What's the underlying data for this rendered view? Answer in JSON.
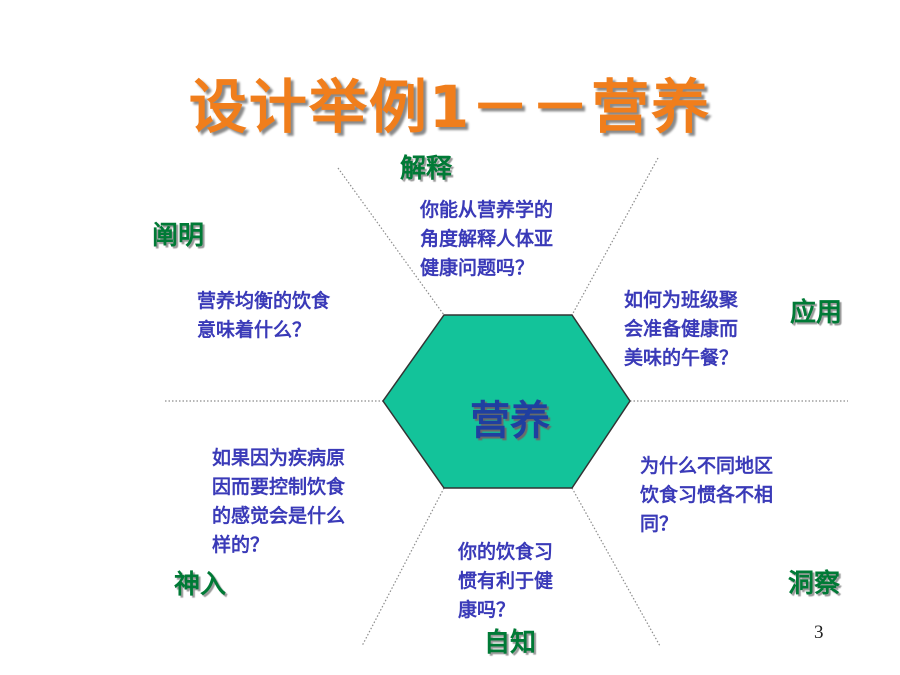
{
  "title": "设计举例1－－营养",
  "center": "营养",
  "page_number": "3",
  "colors": {
    "title": "#f07e1c",
    "label": "#007a36",
    "question": "#3a3ab8",
    "hexagon_fill": "#13c39a",
    "center_text": "#1f3fa0"
  },
  "facets": [
    {
      "label": "解释",
      "question": "你能从营养学的\n角度解释人体亚\n健康问题吗？"
    },
    {
      "label": "阐明",
      "question": "营养均衡的饮食\n意味着什么？"
    },
    {
      "label": "应用",
      "question": "如何为班级聚\n会准备健康而\n美味的午餐？"
    },
    {
      "label": "神入",
      "question": "如果因为疾病原\n因而要控制饮食\n的感觉会是什么\n样的？"
    },
    {
      "label": "洞察",
      "question": "为什么不同地区\n饮食习惯各不相\n同？"
    },
    {
      "label": "自知",
      "question": "你的饮食习\n惯有利于健\n康吗？"
    }
  ]
}
